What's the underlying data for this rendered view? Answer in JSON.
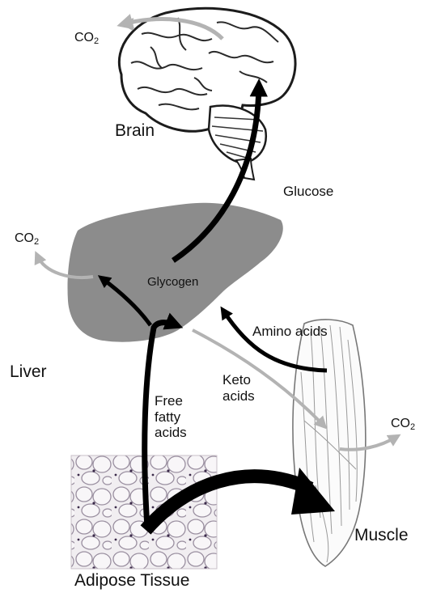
{
  "organs": {
    "brain": "Brain",
    "liver": "Liver",
    "muscle": "Muscle",
    "adipose": "Adipose Tissue"
  },
  "metabolites": {
    "glucose": "Glucose",
    "glycogen": "Glycogen",
    "amino_acids": "Amino acids",
    "keto_acids": [
      "Keto",
      "acids"
    ],
    "free_fatty_acids": [
      "Free",
      "fatty",
      "acids"
    ]
  },
  "co2": {
    "base": "CO",
    "subscript": "2"
  },
  "colors": {
    "liver_fill": "#8c8c8c",
    "main_arrow": "#000000",
    "co2_arrow": "#b3b3b3",
    "keto_arrow": "#b3b3b3"
  }
}
